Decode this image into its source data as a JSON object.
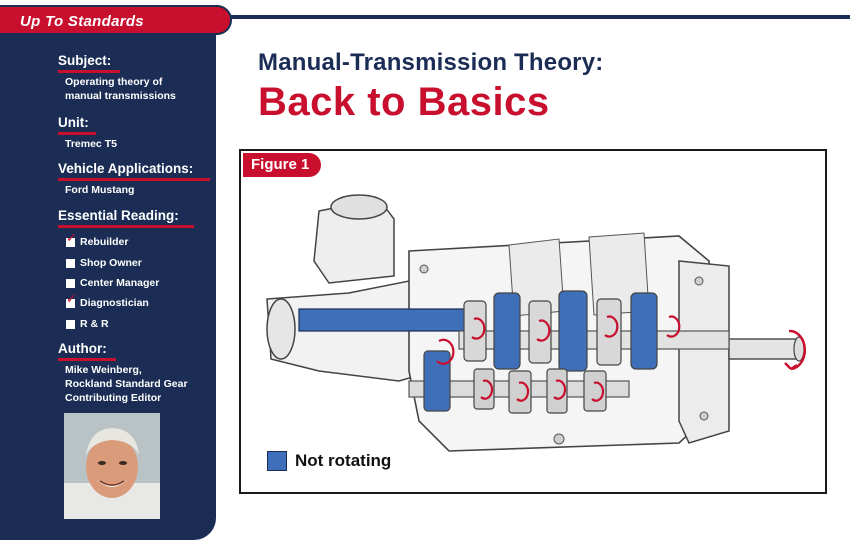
{
  "banner": {
    "label": "Up To Standards"
  },
  "sidebar": {
    "subject": {
      "heading": "Subject:",
      "lines": [
        "Operating theory of",
        "manual transmissions"
      ]
    },
    "unit": {
      "heading": "Unit:",
      "value": "Tremec T5"
    },
    "vehicle": {
      "heading": "Vehicle Applications:",
      "value": "Ford Mustang"
    },
    "reading": {
      "heading": "Essential Reading:",
      "items": [
        {
          "label": "Rebuilder",
          "checked": true
        },
        {
          "label": "Shop Owner",
          "checked": false
        },
        {
          "label": "Center Manager",
          "checked": false
        },
        {
          "label": "Diagnostician",
          "checked": true
        },
        {
          "label": "R & R",
          "checked": false
        }
      ]
    },
    "author": {
      "heading": "Author:",
      "lines": [
        "Mike Weinberg,",
        "Rockland Standard Gear",
        "Contributing Editor"
      ]
    }
  },
  "article": {
    "title_line1": "Manual-Transmission Theory:",
    "title_line2": "Back to Basics"
  },
  "figure": {
    "tab": "Figure 1",
    "legend_label": "Not rotating",
    "legend_color": "#3e6fb8"
  },
  "colors": {
    "navy": "#1b2d55",
    "red": "#c8102e"
  }
}
